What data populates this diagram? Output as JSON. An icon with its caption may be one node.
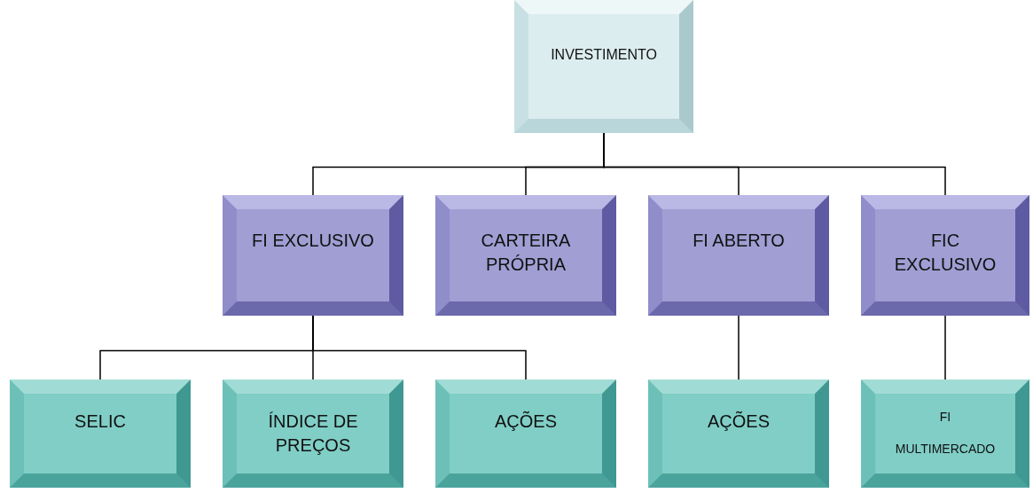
{
  "diagram": {
    "nodes": [
      {
        "text": [
          "INVESTIMENTO"
        ]
      },
      {
        "text": [
          "FI EXCLUSIVO"
        ]
      },
      {
        "text": [
          "CARTEIRA PRÓPRIA"
        ]
      },
      {
        "text": [
          "FI ABERTO"
        ]
      },
      {
        "text": [
          "FIC EXCLUSIVO"
        ]
      },
      {
        "text": [
          "SELIC"
        ]
      },
      {
        "text": [
          "ÍNDICE DE PREÇOS"
        ]
      },
      {
        "text": [
          "AÇÕES"
        ]
      },
      {
        "text": [
          "AÇÕES"
        ]
      },
      {
        "text": [
          "FI MULTIMERCADO"
        ]
      }
    ],
    "edges": [
      {
        "from": 0,
        "to": 1,
        "arrow": "none"
      },
      {
        "from": 0,
        "to": 2,
        "arrow": "none"
      },
      {
        "from": 0,
        "to": 3,
        "arrow": "none"
      },
      {
        "from": 0,
        "to": 4,
        "arrow": "none"
      },
      {
        "from": 1,
        "to": 5,
        "arrow": "none"
      },
      {
        "from": 1,
        "to": 6,
        "arrow": "none"
      },
      {
        "from": 1,
        "to": 7,
        "arrow": "none"
      },
      {
        "from": 3,
        "to": 8,
        "arrow": "none"
      },
      {
        "from": 4,
        "to": 9,
        "arrow": "none"
      }
    ]
  }
}
